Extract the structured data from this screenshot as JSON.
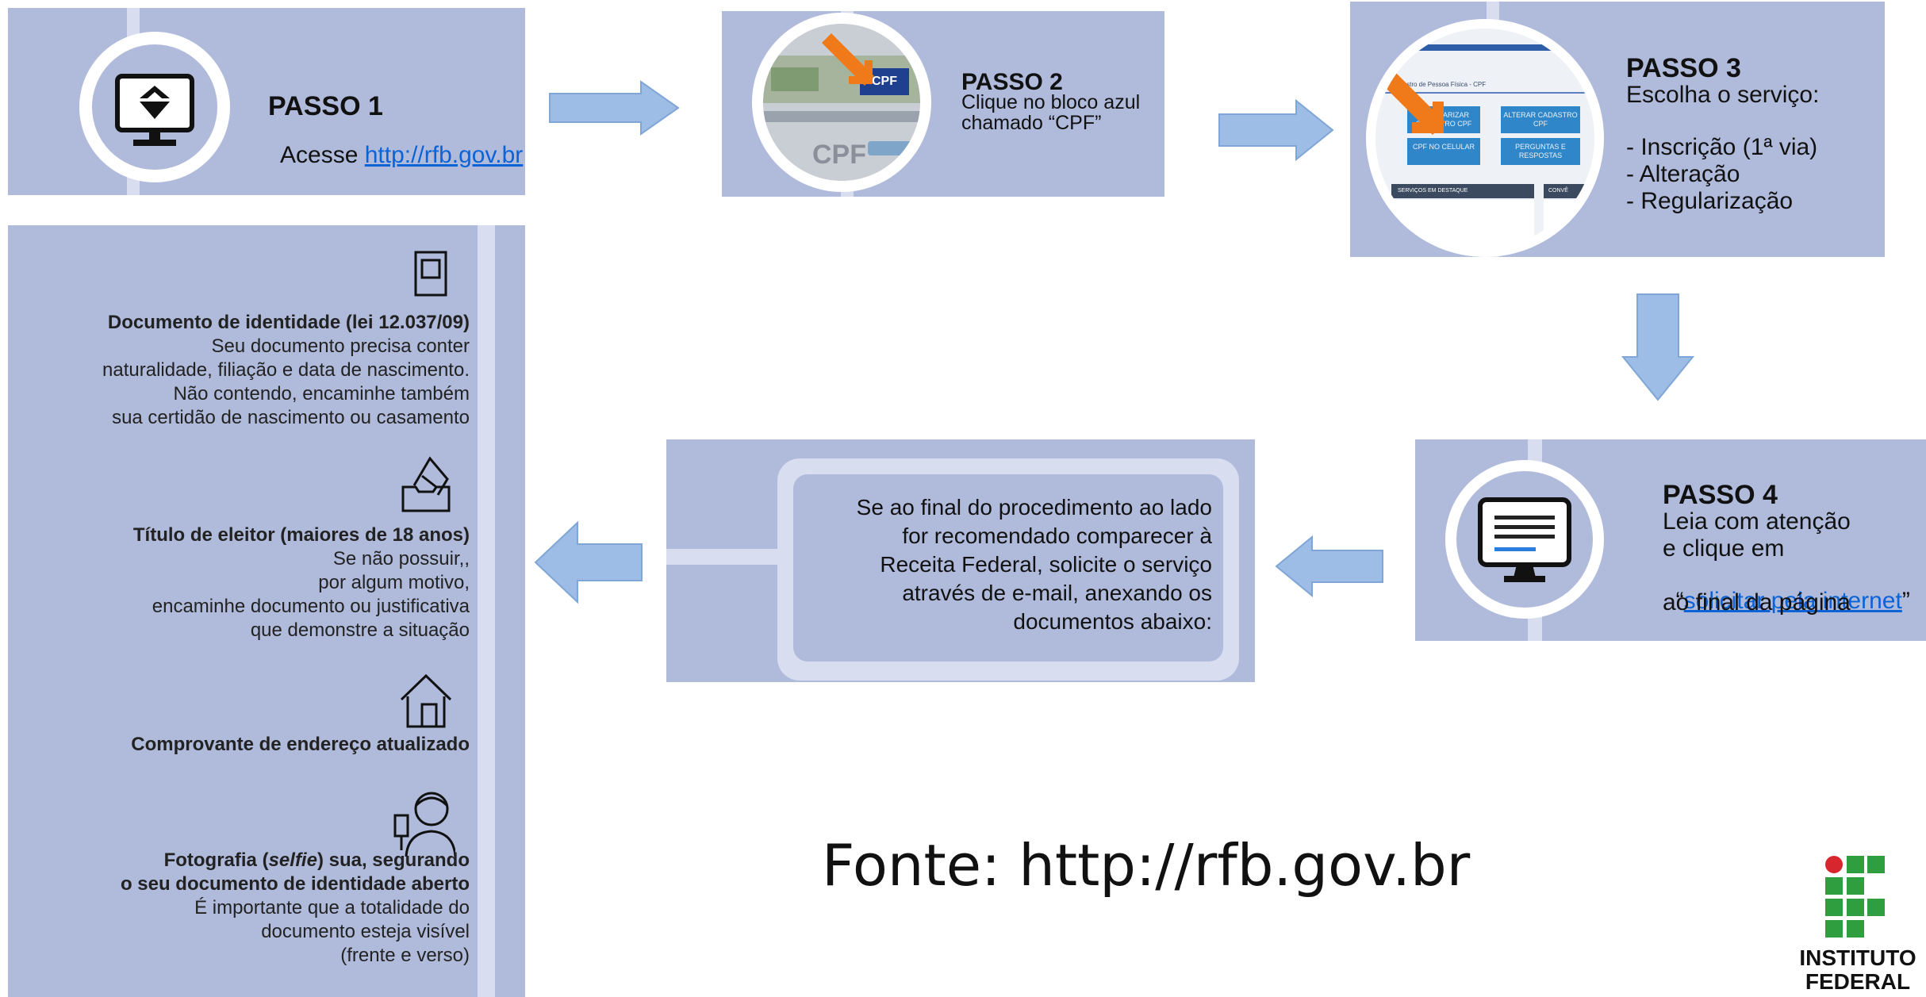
{
  "step1": {
    "title": "PASSO 1",
    "prefix": "Acesse ",
    "link": "http://rfb.gov.br",
    "icon": "monitor-rfb-logo-icon"
  },
  "step2": {
    "title": "PASSO 2",
    "text_line1": "Clique no bloco azul",
    "text_line2": "chamado “CPF”",
    "button_label": "CPF",
    "watermark": "CPF",
    "icon": "pointer-arrow-icon"
  },
  "step3": {
    "title": "PASSO 3",
    "subtitle": "Escolha o serviço:",
    "options": [
      "- Inscrição (1ª via)",
      "- Alteração",
      "- Regularização"
    ],
    "screenshot": {
      "header": "Cadastro de Pessoa Física - CPF",
      "buttons": [
        "REGULARIZAR CADASTRO CPF",
        "ALTERAR CADASTRO CPF",
        "CPF NO CELULAR",
        "PERGUNTAS E RESPOSTAS"
      ],
      "section_label": "SERVIÇOS EM DESTAQUE",
      "section_label2": "CONVÊ"
    }
  },
  "step4": {
    "title": "PASSO 4",
    "line1": "Leia com atenção",
    "line2": "e clique em",
    "quote_open": "“",
    "link": "solicitar pela internet",
    "quote_close": "”",
    "line4": "ao final da página",
    "icon": "monitor-document-icon"
  },
  "email_box": {
    "lines": [
      "Se ao final do procedimento ao lado",
      "for recomendado comparecer à",
      "Receita Federal, solicite o serviço",
      "através de e-mail, anexando os",
      "documentos abaixo:"
    ]
  },
  "documents": [
    {
      "icon": "id-card-icon",
      "title": "Documento de identidade (lei 12.037/09)",
      "lines": [
        "Seu documento precisa conter",
        "naturalidade, filiação e data de nascimento.",
        "Não contendo, encaminhe também",
        "sua certidão de nascimento ou casamento"
      ]
    },
    {
      "icon": "ballot-box-icon",
      "title": "Título de eleitor (maiores de 18 anos)",
      "lines": [
        "Se não possuir,,",
        "por algum motivo,",
        "encaminhe documento ou justificativa",
        "que demonstre a situação"
      ]
    },
    {
      "icon": "house-icon",
      "title": "Comprovante de endereço atualizado",
      "lines": []
    },
    {
      "icon": "selfie-person-icon",
      "title_pre": "Fotografia (",
      "title_em": "selfie",
      "title_post": ") sua, segurando",
      "title_line2": "o seu documento de identidade aberto",
      "lines": [
        "É importante que a totalidade do",
        "documento esteja visível",
        "(frente e verso)"
      ]
    }
  ],
  "source": "Fonte: http://rfb.gov.br",
  "logo": {
    "line1": "INSTITUTO",
    "line2": "FEDERAL",
    "icon": "instituto-federal-logo-icon"
  },
  "colors": {
    "panel": "#b0bbdc",
    "arrow": "#9dbde6",
    "link": "#0b63d6",
    "orange": "#f07a1a",
    "logo_green": "#2e9e3e",
    "logo_red": "#d7262d"
  }
}
